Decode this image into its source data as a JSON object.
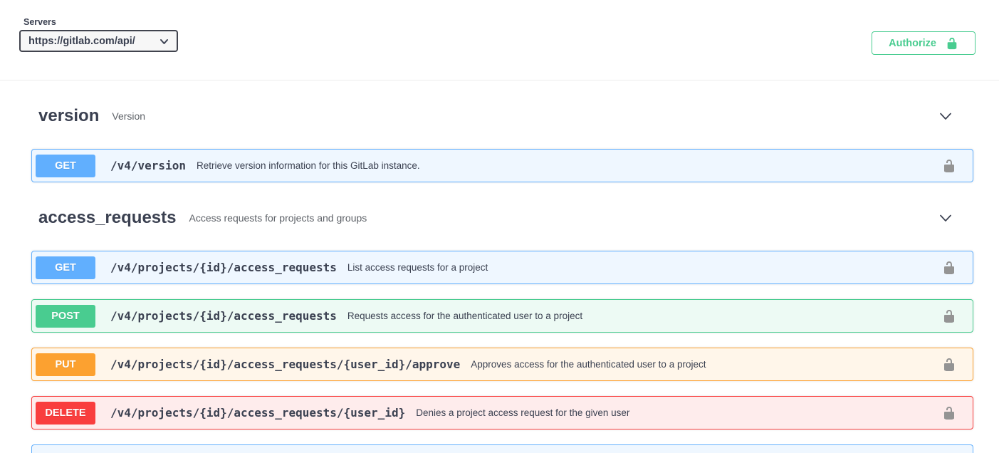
{
  "servers": {
    "label": "Servers",
    "selected": "https://gitlab.com/api/"
  },
  "authorize": {
    "label": "Authorize"
  },
  "icons": {
    "authorize_button": "unlock-icon",
    "endpoint_auth": "unlock-icon",
    "section_toggle": "chevron-down-icon",
    "server_select": "chevron-down-icon"
  },
  "colors": {
    "method_get": "#61affe",
    "method_post": "#49cc90",
    "method_put": "#fca130",
    "method_delete": "#f93e3e",
    "authorize_accent": "#49cc90",
    "lock_gray": "#949494",
    "text_dark": "#3b4151"
  },
  "sections": [
    {
      "title": "version",
      "description": "Version",
      "endpoints": [
        {
          "method": "GET",
          "path": "/v4/version",
          "summary": "Retrieve version information for this GitLab instance."
        }
      ]
    },
    {
      "title": "access_requests",
      "description": "Access requests for projects and groups",
      "endpoints": [
        {
          "method": "GET",
          "path": "/v4/projects/{id}/access_requests",
          "summary": "List access requests for a project"
        },
        {
          "method": "POST",
          "path": "/v4/projects/{id}/access_requests",
          "summary": "Requests access for the authenticated user to a project"
        },
        {
          "method": "PUT",
          "path": "/v4/projects/{id}/access_requests/{user_id}/approve",
          "summary": "Approves access for the authenticated user to a project"
        },
        {
          "method": "DELETE",
          "path": "/v4/projects/{id}/access_requests/{user_id}",
          "summary": "Denies a project access request for the given user"
        }
      ]
    }
  ]
}
